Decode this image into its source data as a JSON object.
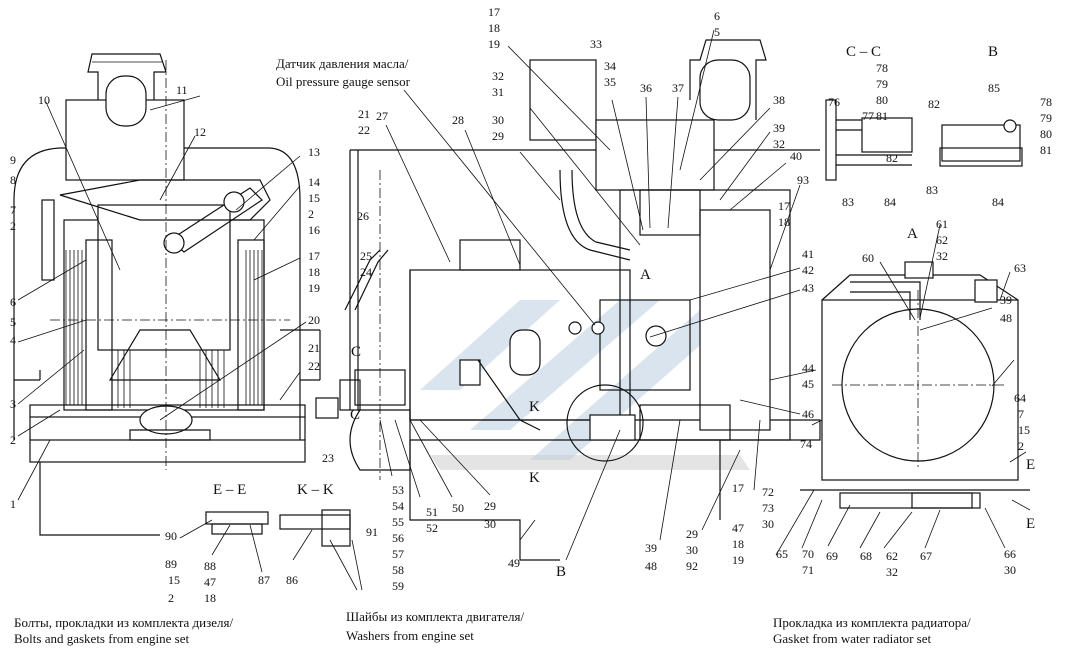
{
  "captions": {
    "sensor_ru": "Датчик давления масла/",
    "sensor_en": "Oil pressure gauge sensor",
    "bolts_ru": "Болты, прокладки из комплекта дизеля/",
    "bolts_en": "Bolts and gaskets from engine set",
    "washers_ru": "Шайбы из комплекта двигателя/",
    "washers_en": "Washers from engine set",
    "gasket_ru": "Прокладка из комплекта радиатора/",
    "gasket_en": "Gasket from water radiator set"
  },
  "section_labels": [
    "C – C",
    "B",
    "A",
    "E – E",
    "K – K",
    "B",
    "C",
    "C",
    "A",
    "K",
    "K",
    "E",
    "E"
  ],
  "callouts": [
    "17",
    "18",
    "19",
    "6",
    "5",
    "33",
    "34",
    "35",
    "36",
    "37",
    "32",
    "31",
    "38",
    "30",
    "29",
    "28",
    "27",
    "21",
    "22",
    "11",
    "10",
    "12",
    "9",
    "8",
    "7",
    "2",
    "13",
    "14",
    "15",
    "2",
    "16",
    "17",
    "18",
    "19",
    "6",
    "5",
    "4",
    "3",
    "2",
    "1",
    "20",
    "21",
    "22",
    "26",
    "25",
    "24",
    "39",
    "32",
    "40",
    "93",
    "17",
    "18",
    "41",
    "42",
    "43",
    "44",
    "45",
    "46",
    "23",
    "53",
    "54",
    "55",
    "56",
    "57",
    "58",
    "59",
    "51",
    "52",
    "50",
    "29",
    "30",
    "49",
    "39",
    "48",
    "29",
    "30",
    "92",
    "17",
    "47",
    "18",
    "19",
    "90",
    "89",
    "88",
    "15",
    "47",
    "2",
    "18",
    "87",
    "91",
    "86",
    "78",
    "79",
    "80",
    "81",
    "76",
    "77",
    "82",
    "83",
    "84",
    "85",
    "78",
    "79",
    "80",
    "81",
    "82",
    "83",
    "84",
    "61",
    "62",
    "32",
    "60",
    "63",
    "39",
    "48",
    "64",
    "7",
    "15",
    "2",
    "74",
    "72",
    "73",
    "30",
    "65",
    "70",
    "71",
    "69",
    "68",
    "62",
    "32",
    "67",
    "66",
    "30"
  ]
}
